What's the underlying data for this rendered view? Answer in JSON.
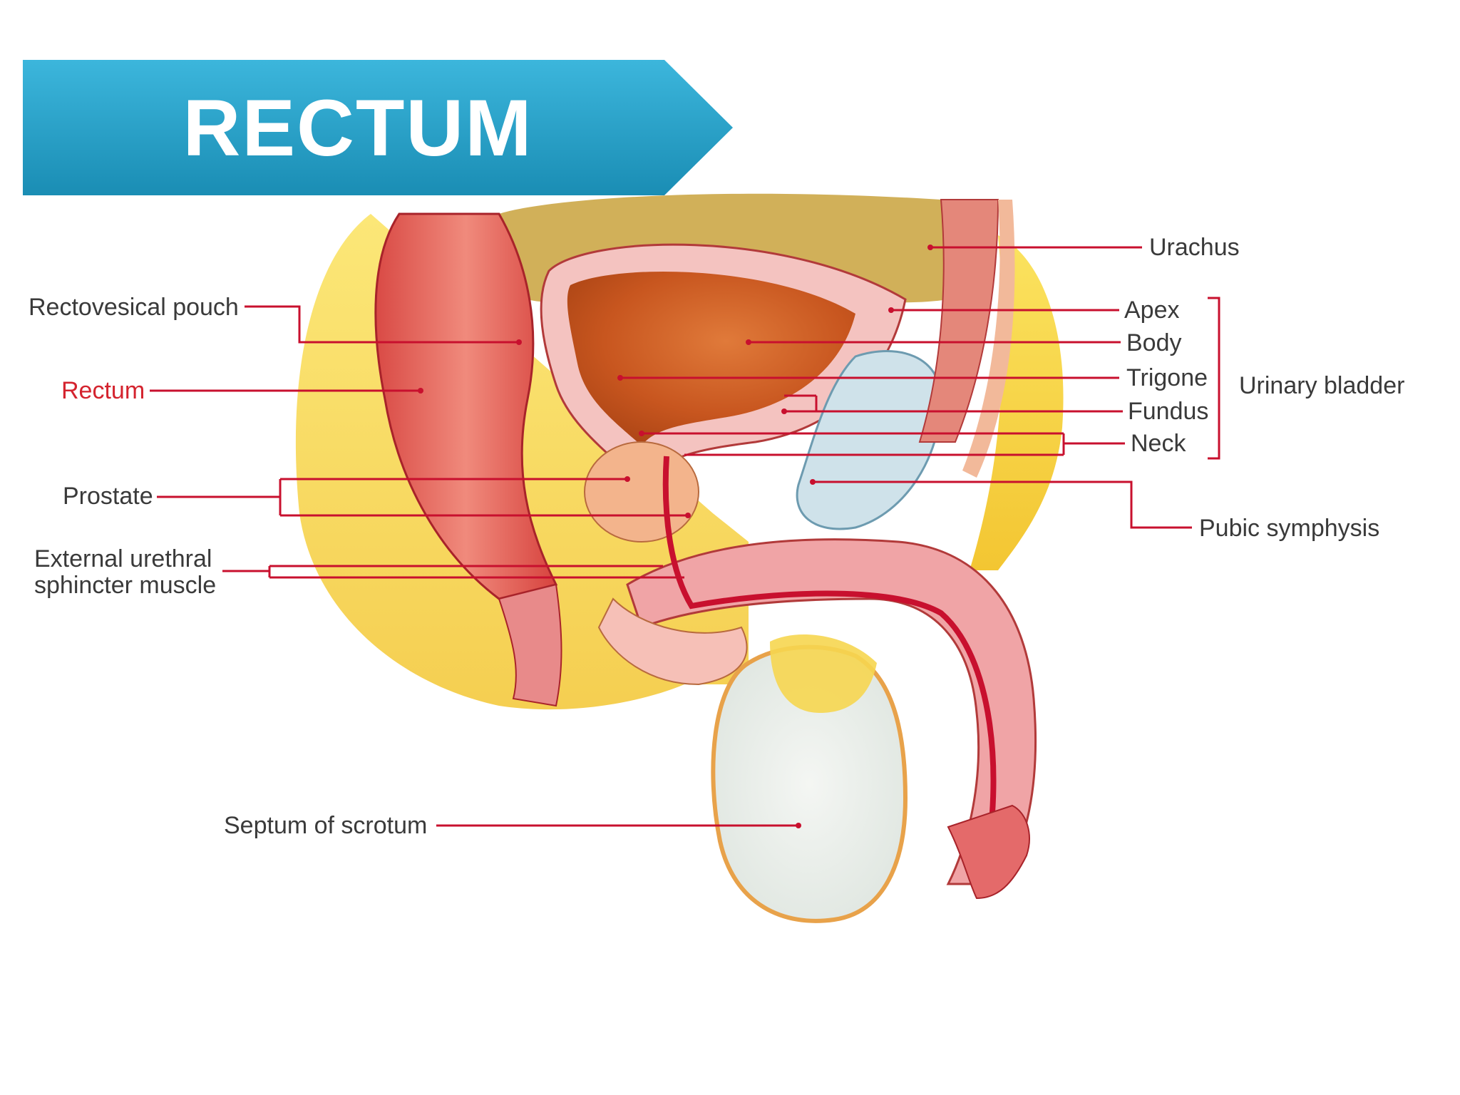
{
  "title": "RECTUM",
  "colors": {
    "banner_light": "#3cb6dc",
    "banner_dark": "#1a8db4",
    "leader": "#c8102e",
    "label_text": "#3a3a3a",
    "highlight_label": "#d4232e"
  },
  "labels": {
    "urachus": "Urachus",
    "rectovesical_pouch": "Rectovesical pouch",
    "rectum": "Rectum",
    "prostate": "Prostate",
    "external_urethral_line1": "External urethral",
    "external_urethral_line2": "sphincter muscle",
    "apex": "Apex",
    "body": "Body",
    "trigone": "Trigone",
    "fundus": "Fundus",
    "neck": "Neck",
    "urinary_bladder": "Urinary bladder",
    "pubic_symphysis": "Pubic symphysis",
    "septum_of_scrotum": "Septum of scrotum"
  }
}
